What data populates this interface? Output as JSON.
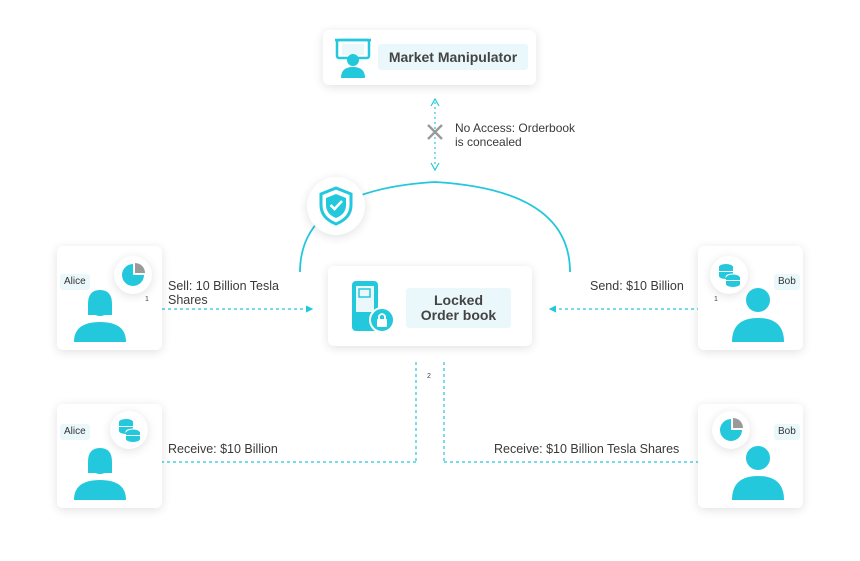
{
  "manipulator": {
    "label": "Market Manipulator"
  },
  "no_access": {
    "line1": "No Access: Orderbook",
    "line2": "is concealed"
  },
  "orderbook": {
    "line1": "Locked",
    "line2": "Order book"
  },
  "alice_top": {
    "name": "Alice",
    "action_line1": "Sell: 10 Billion Tesla",
    "action_line2": "Shares",
    "step": "1"
  },
  "bob_top": {
    "name": "Bob",
    "action": "Send: $10 Billion",
    "step": "1"
  },
  "alice_bottom": {
    "name": "Alice",
    "action": "Receive: $10 Billion"
  },
  "bob_bottom": {
    "name": "Bob",
    "action": "Receive: $10 Billion Tesla Shares"
  },
  "center_step": "2",
  "colors": {
    "accent": "#23c8dc",
    "cross": "#9a9a9a"
  },
  "icons": {
    "manipulator": "manipulator-presenter-icon",
    "shield": "shield-check-icon",
    "orderbook": "locked-phone-icon",
    "shares": "pie-chart-icon",
    "money": "coin-stack-icon",
    "cross": "x-cross-icon"
  }
}
